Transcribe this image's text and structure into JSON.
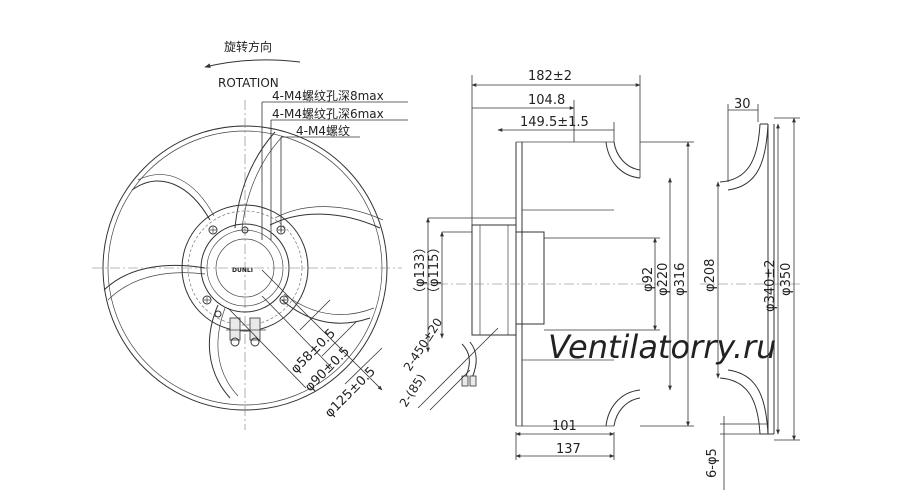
{
  "front_view": {
    "rotation_cn": "旋转方向",
    "rotation_en": "ROTATION",
    "note_m4_8": "4-M4螺纹孔深8max",
    "note_m4_6": "4-M4螺纹孔深6max",
    "note_m4": "4-M4螺纹",
    "dim_58": "φ58±0.5",
    "dim_90": "φ90±0.5",
    "dim_125": "φ125±0.5",
    "cable_length": "2-450±20",
    "cable_85": "2-(85)",
    "logo": "DUNLI"
  },
  "side_view": {
    "dim_182": "182±2",
    "dim_104_8": "104.8",
    "dim_149_5": "149.5±1.5",
    "dim_133": "（φ133）",
    "dim_115": "（φ115）",
    "dim_92": "φ92",
    "dim_220": "φ220",
    "dim_316": "φ316",
    "dim_101": "101",
    "dim_137": "137"
  },
  "inlet_ring": {
    "dim_30": "30",
    "dim_208": "φ208",
    "dim_340": "φ340±2",
    "dim_350": "φ350",
    "dim_6_5": "6-φ5"
  },
  "watermark": "Ventilatorry.ru"
}
